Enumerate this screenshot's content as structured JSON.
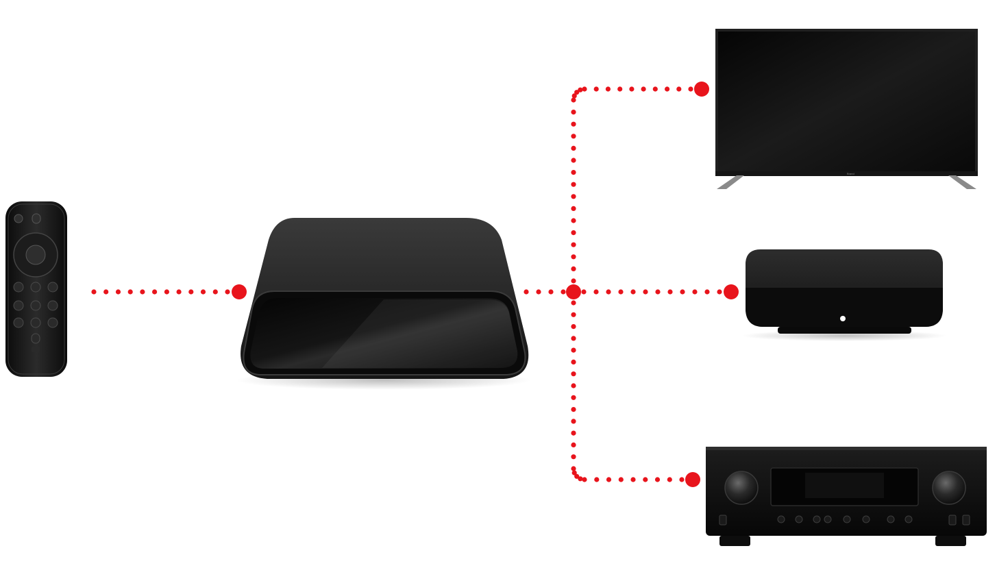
{
  "accent": "#e8141c",
  "device_color": "#111111",
  "nodes": [
    {
      "name": "remote-control",
      "icon": "remote-icon"
    },
    {
      "name": "hub-device",
      "icon": "hub-icon"
    },
    {
      "name": "television",
      "icon": "tv-icon"
    },
    {
      "name": "streaming-box",
      "icon": "set-top-box-icon"
    },
    {
      "name": "av-receiver",
      "icon": "receiver-icon"
    }
  ],
  "tv_brand": "Brand"
}
